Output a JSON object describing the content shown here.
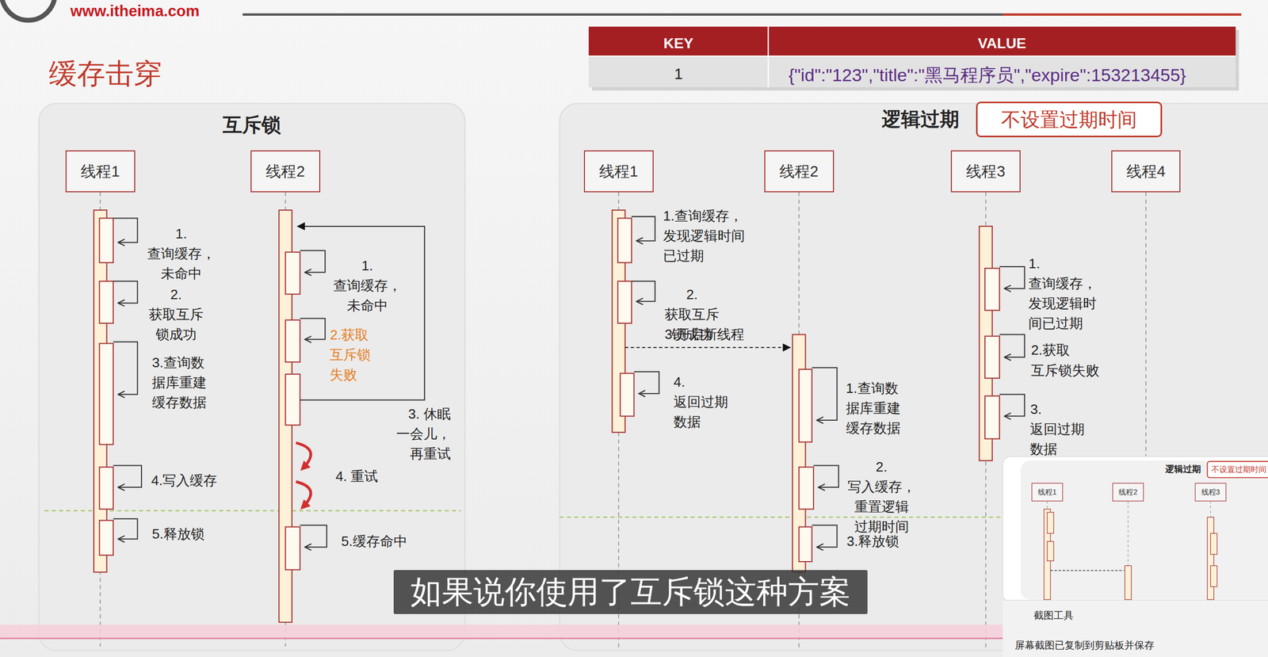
{
  "diagram": {
    "title": "缓存击穿",
    "nodes": [
      {
        "text": [
          "互斥锁"
        ]
      },
      {
        "text": [
          "线程1"
        ],
        "in": 0
      },
      {
        "text": [
          "线程2"
        ],
        "in": 0
      },
      {
        "text": [
          "逻辑过期"
        ]
      },
      {
        "text": [
          "不设置过期时间"
        ],
        "in": 3
      },
      {
        "text": [
          "线程1"
        ],
        "in": 3
      },
      {
        "text": [
          "线程2"
        ],
        "in": 3
      },
      {
        "text": [
          "线程3"
        ],
        "in": 3
      },
      {
        "text": [
          "线程4"
        ],
        "in": 3
      },
      {
        "text": [
          "如果说你使用了互斥锁这种方案"
        ]
      },
      {
        "text": [
          "截图工具",
          "屏幕截图已复制到剪贴板并保存"
        ]
      }
    ],
    "labels": [
      "www.itheima.com",
      "KEY",
      "VALUE",
      "1",
      "{\"id\":\"123\",\"title\":\"黑马程序员\",\"expire\":153213455}",
      "1.查询缓存， 未命中",
      "2.获取互斥 锁成功",
      "3.查询数 据库重建 缓存数据",
      "4.写入缓存",
      "5.释放锁",
      "1.查询缓存， 未命中",
      "2.获取 互斥锁 失败",
      "3. 休眠 一会儿， 再重试",
      "4. 重试",
      "5.缓存命中",
      "1.查询缓存， 发现逻辑时间 已过期",
      "2.获取互斥 锁成功",
      "3.开启新线程",
      "4.返回过期 数据",
      "1.查询数 据库重建 缓存数据",
      "2.写入缓存， 重置逻辑 过期时间",
      "3.释放锁",
      "1.查询缓存， 发现逻辑时 间已过期",
      "2.获取 互斥锁失败",
      "3.返回过期 数据",
      "逻辑过期",
      "不设置过期时间",
      "线程1",
      "线程2",
      "线程3"
    ]
  }
}
